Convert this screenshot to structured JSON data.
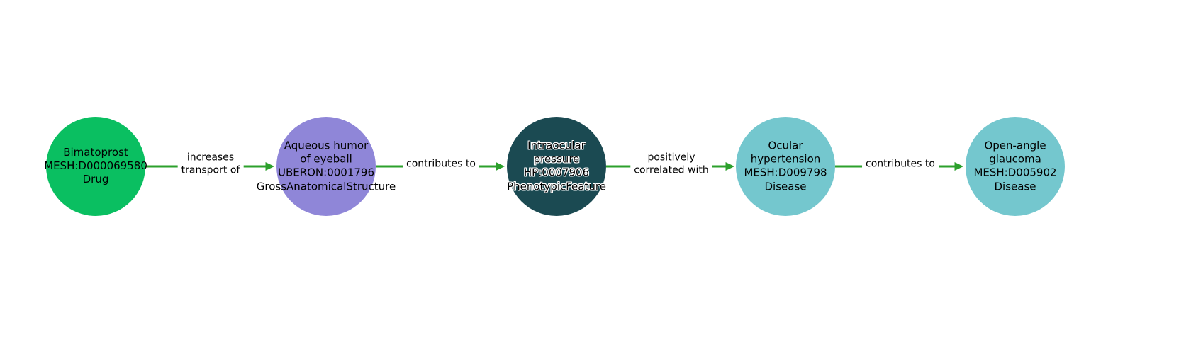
{
  "diagram": {
    "arrow_color": "#2ca02c",
    "nodes": [
      {
        "id": "bimatoprost",
        "label": "Bimatoprost\nMESH:D000069580\nDrug",
        "color": "#0abf61",
        "category": "Drug"
      },
      {
        "id": "aqueous-humor-of-eyeball",
        "label": "Aqueous humor\nof eyeball\nUBERON:0001796\nGrossAnatomicalStructure",
        "color": "#8f86d8",
        "category": "GrossAnatomicalStructure"
      },
      {
        "id": "intraocular-pressure",
        "label": "Intraocular\npressure\nHP:0007906\nPhenotypicFeature",
        "color": "#1b4a52",
        "category": "PhenotypicFeature"
      },
      {
        "id": "ocular-hypertension",
        "label": "Ocular\nhypertension\nMESH:D009798\nDisease",
        "color": "#74c7ce",
        "category": "Disease"
      },
      {
        "id": "open-angle-glaucoma",
        "label": "Open-angle\nglaucoma\nMESH:D005902\nDisease",
        "color": "#74c7ce",
        "category": "Disease"
      }
    ],
    "edges": [
      {
        "from": "bimatoprost",
        "to": "aqueous-humor-of-eyeball",
        "label": "increases\ntransport of"
      },
      {
        "from": "aqueous-humor-of-eyeball",
        "to": "intraocular-pressure",
        "label": "contributes to"
      },
      {
        "from": "intraocular-pressure",
        "to": "ocular-hypertension",
        "label": "positively\ncorrelated with"
      },
      {
        "from": "ocular-hypertension",
        "to": "open-angle-glaucoma",
        "label": "contributes to"
      }
    ]
  }
}
